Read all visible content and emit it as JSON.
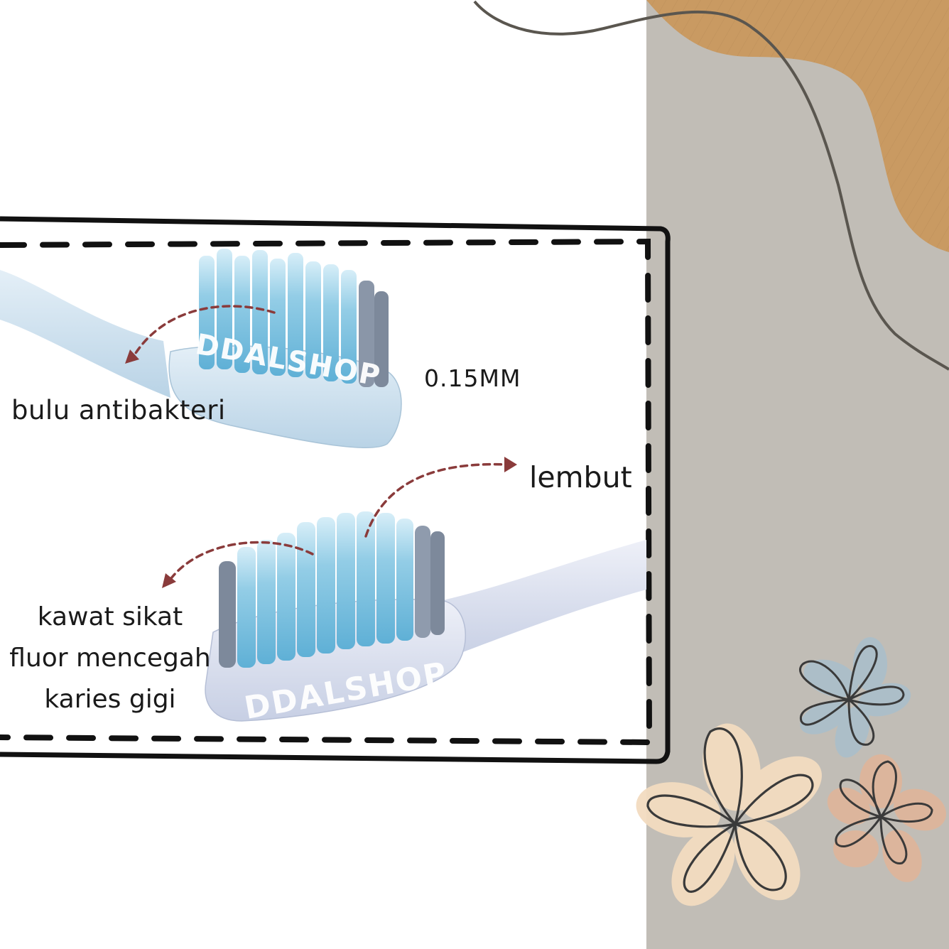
{
  "labels": {
    "antibacterial": "bulu antibakteri",
    "bristle_size": "0.15MM",
    "soft": "lembut",
    "fluor_line1": "kawat sikat",
    "fluor_line2": "fluor mencegah",
    "fluor_line3": "karies gigi"
  },
  "watermark": "DDALSHOP",
  "colors": {
    "panel": "#c1bdb6",
    "accent_orange": "#c99a62",
    "arrow": "#8a3b3b",
    "bristle_blue": "#8cc8e2",
    "handle": "#cfe2ef"
  }
}
